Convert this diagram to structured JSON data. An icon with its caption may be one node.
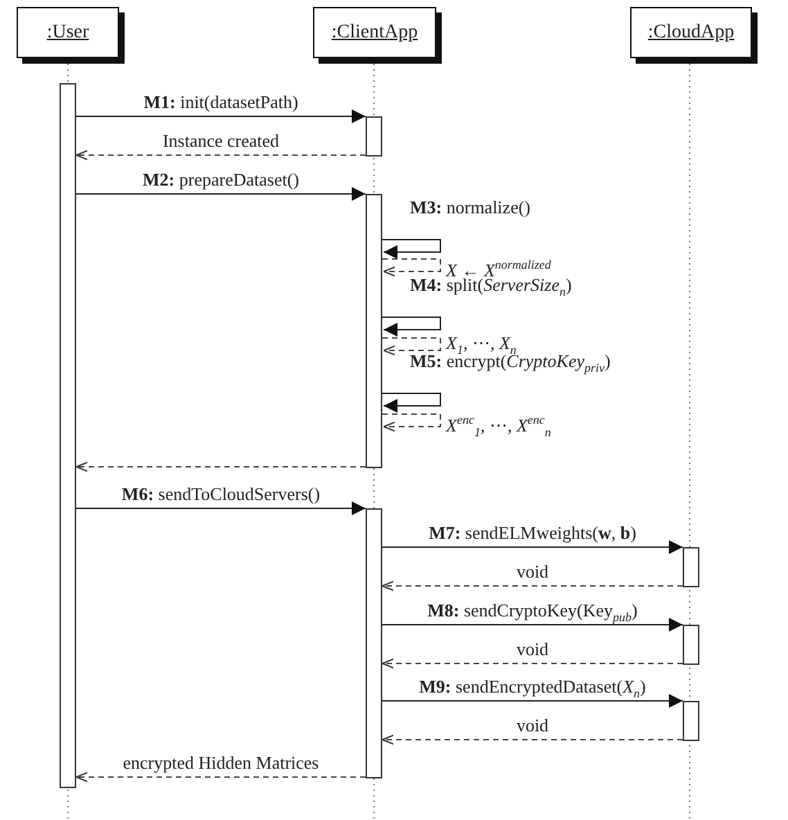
{
  "diagram": {
    "nodes": [
      {
        "text": [
          ":User"
        ]
      },
      {
        "text": [
          ":ClientApp"
        ]
      },
      {
        "text": [
          ":CloudApp"
        ]
      },
      {
        "text": [],
        "shape": "bar"
      },
      {
        "text": [],
        "shape": "bar"
      },
      {
        "text": [],
        "shape": "bar"
      },
      {
        "text": [],
        "shape": "bar"
      },
      {
        "text": [],
        "shape": "bar"
      },
      {
        "text": [],
        "shape": "bar"
      },
      {
        "text": [],
        "shape": "bar"
      }
    ],
    "edges": [
      {
        "from": 3,
        "to": 4,
        "arrow": "to",
        "label": "**M1:** init(datasetPath)"
      },
      {
        "from": 4,
        "to": 3,
        "arrow": "to",
        "style": "dashed",
        "label": "Instance created"
      },
      {
        "from": 3,
        "to": 5,
        "arrow": "to",
        "label": "**M2:** prepareDataset()"
      },
      {
        "from": 5,
        "to": 5,
        "arrow": "to",
        "label": "**M3:** normalize()"
      },
      {
        "from": 5,
        "to": 5,
        "arrow": "to",
        "style": "dashed",
        "label": "*X* ← *X*$^{normalized}$"
      },
      {
        "from": 5,
        "to": 5,
        "arrow": "to",
        "label": "**M4:** split(*ServerSize*$_{n}$)"
      },
      {
        "from": 5,
        "to": 5,
        "arrow": "to",
        "style": "dashed",
        "label": "*X*$_{1}$, ⋯, *X*$_{n}$"
      },
      {
        "from": 5,
        "to": 5,
        "arrow": "to",
        "label": "**M5:** encrypt(*CryptoKey*$_{priv}$)"
      },
      {
        "from": 5,
        "to": 5,
        "arrow": "to",
        "style": "dashed",
        "label": "*X*$^{enc}$$_{1}$, ⋯, *X*$^{enc}$$_{n}$"
      },
      {
        "from": 5,
        "to": 3,
        "arrow": "to",
        "style": "dashed"
      },
      {
        "from": 3,
        "to": 6,
        "arrow": "to",
        "label": "**M6:** sendToCloudServers()"
      },
      {
        "from": 6,
        "to": 7,
        "arrow": "to",
        "label": "**M7:** sendELMweights(**w**, **b**)"
      },
      {
        "from": 7,
        "to": 6,
        "arrow": "to",
        "style": "dashed",
        "label": "void"
      },
      {
        "from": 6,
        "to": 8,
        "arrow": "to",
        "label": "**M8:** sendCryptoKey(Key$_{pub}$)"
      },
      {
        "from": 8,
        "to": 6,
        "arrow": "to",
        "style": "dashed",
        "label": "void"
      },
      {
        "from": 6,
        "to": 9,
        "arrow": "to",
        "label": "**M9:** sendEncryptedDataset(*X*$_{n}$)"
      },
      {
        "from": 9,
        "to": 6,
        "arrow": "to",
        "style": "dashed",
        "label": "void"
      },
      {
        "from": 6,
        "to": 3,
        "arrow": "to",
        "style": "dashed",
        "label": "encrypted Hidden Matrices"
      }
    ]
  }
}
